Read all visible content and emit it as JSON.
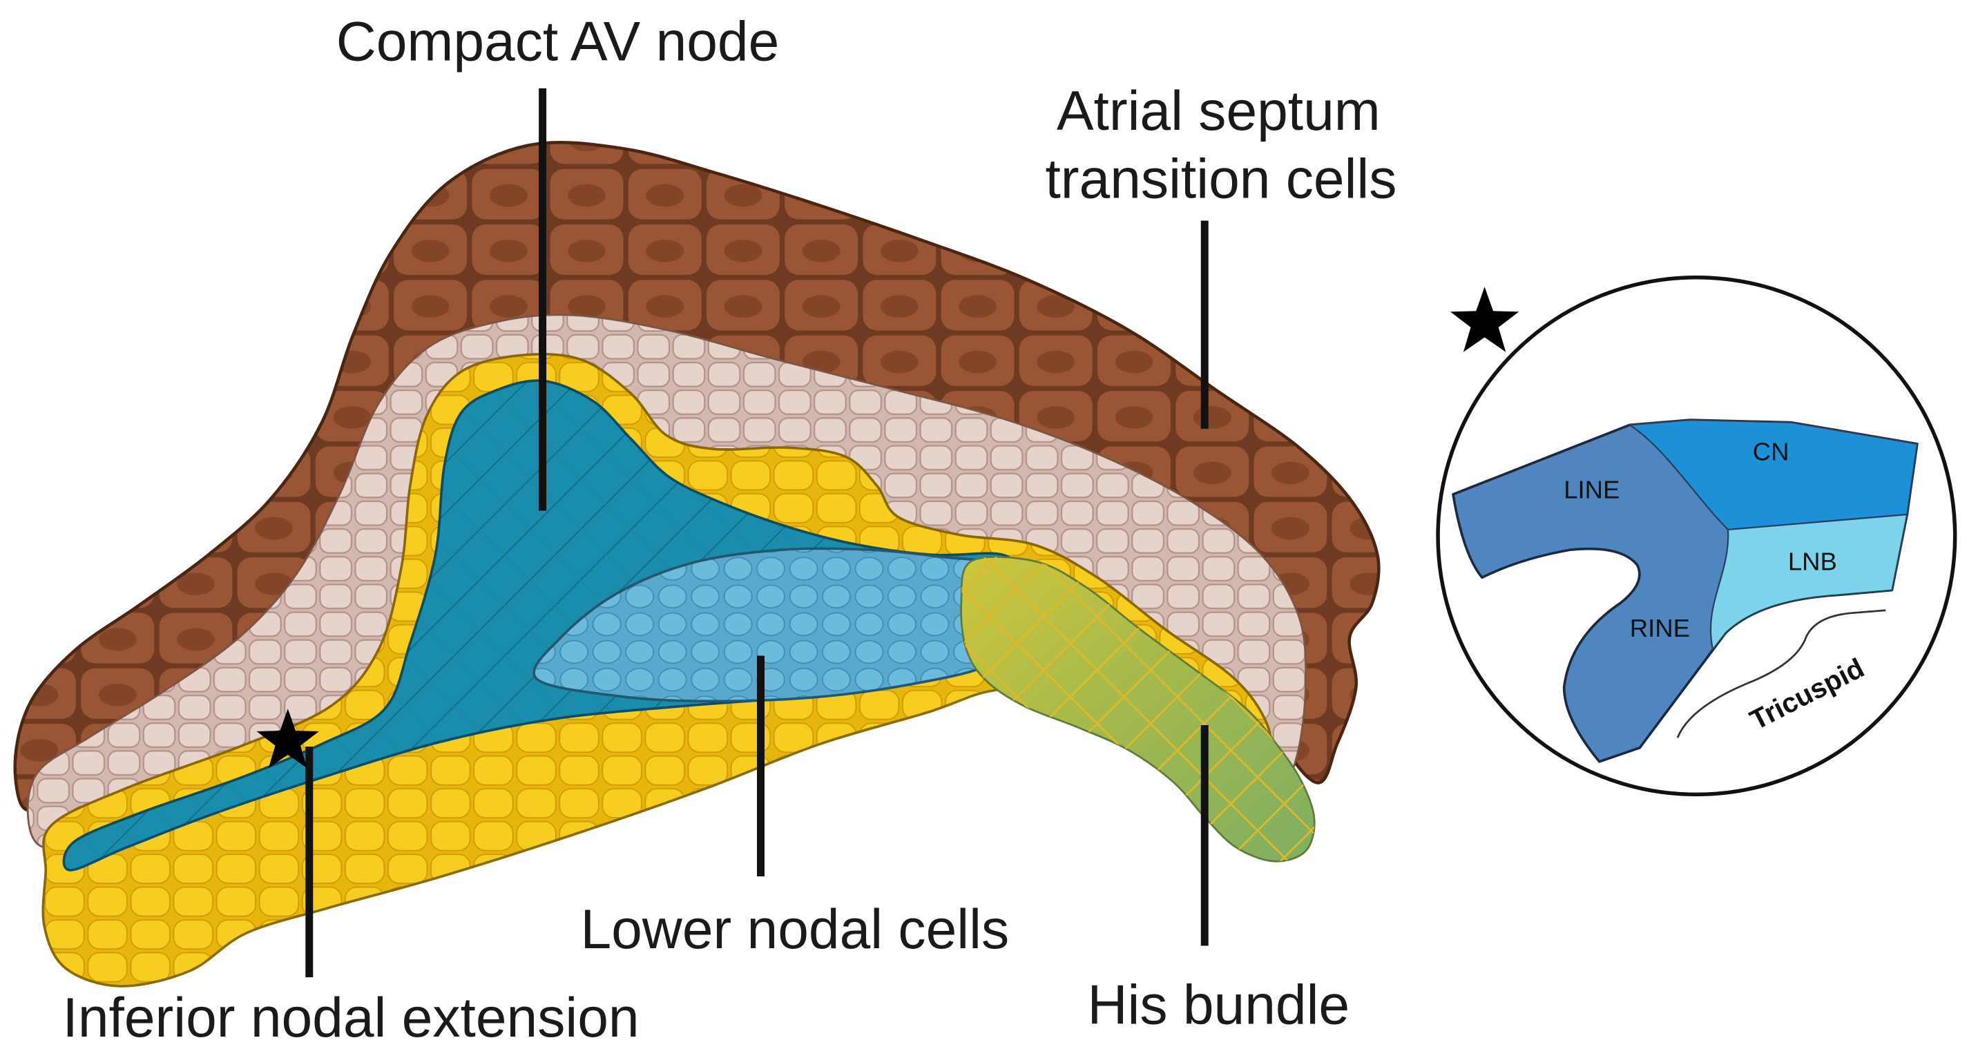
{
  "labels": {
    "compact_av_node": "Compact AV node",
    "atrial_septum": [
      "Atrial septum",
      "transition cells"
    ],
    "lower_nodal_cells": "Lower nodal cells",
    "his_bundle": "His bundle",
    "inferior_nodal_extension": "Inferior nodal extension"
  },
  "inset": {
    "line": "LINE",
    "cn": "CN",
    "lnb": "LNB",
    "rine": "RINE",
    "tricuspid": "Tricuspid"
  },
  "icons": {
    "marker": "star-icon"
  },
  "colors": {
    "atrial_myocardium": "#9a5534",
    "transition_cells": "#e6d3cb",
    "yellow_layer": "#f7cd1f",
    "compact_node": "#1b8dac",
    "lower_nodal_cells": "#6cbbdc",
    "his_bundle": "#7fae62",
    "crosshatch": "#e0b92a",
    "inset_line_rine": "#4f86c0",
    "inset_cn": "#1e90d8",
    "inset_lnb": "#7dd4ea",
    "star": "#000000"
  }
}
